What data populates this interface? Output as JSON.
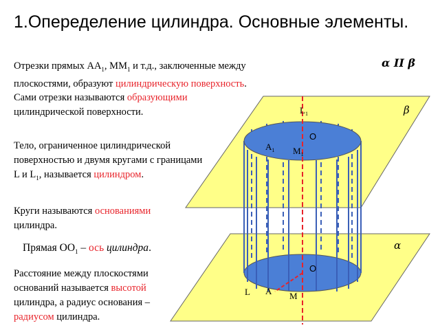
{
  "slide": {
    "title": "1.Опеределение цилиндра. Основные элементы."
  },
  "text": {
    "p1": {
      "a": "Отрезки прямых АА",
      "sub1": "1",
      "b": ", ММ",
      "sub2": "1",
      "c": " и т.д., заключенные между плоскостями, образуют ",
      "term": "цилиндрическую поверхность",
      "d": "."
    },
    "p2": {
      "a": "Сами отрезки называются ",
      "term": "образующими",
      "b": " цилиндрической поверхности."
    },
    "p3": {
      "a": "Тело, ограниченное цилиндрической поверхностью и двумя кругами с границами L и L",
      "sub": "1",
      "b": ", называется ",
      "term": "цилиндром",
      "c": "."
    },
    "p4": {
      "a": "Круги называются ",
      "term": "основаниями",
      "b": "  цилиндра."
    },
    "p5": {
      "a": "Прямая ОО",
      "sub": "1",
      "b": " – ",
      "term": "ось",
      "c": " цилиндра",
      "d": "."
    },
    "p6": {
      "a": "Расстояние между плоскостями оснований называется ",
      "term": "высотой",
      "b": " цилиндра, а радиус основания – ",
      "term2": "радиусом",
      "c": " цилиндра."
    }
  },
  "figure": {
    "parallel_note": "α II β",
    "labels": {
      "beta": "β",
      "alpha": "α",
      "L1": "L",
      "L1_sub": "1",
      "O_top": "O",
      "A1": "A",
      "A1_sub": "1",
      "M1": "M",
      "M1_sub": "1",
      "O_bottom": "O",
      "L": "L",
      "A": "A",
      "M": "M"
    },
    "colors": {
      "plane_fill": "#ffff88",
      "base_fill": "#4b7fd6",
      "generator": "#3a5fb8",
      "axis": "#e8232a",
      "edge": "#333333"
    }
  }
}
